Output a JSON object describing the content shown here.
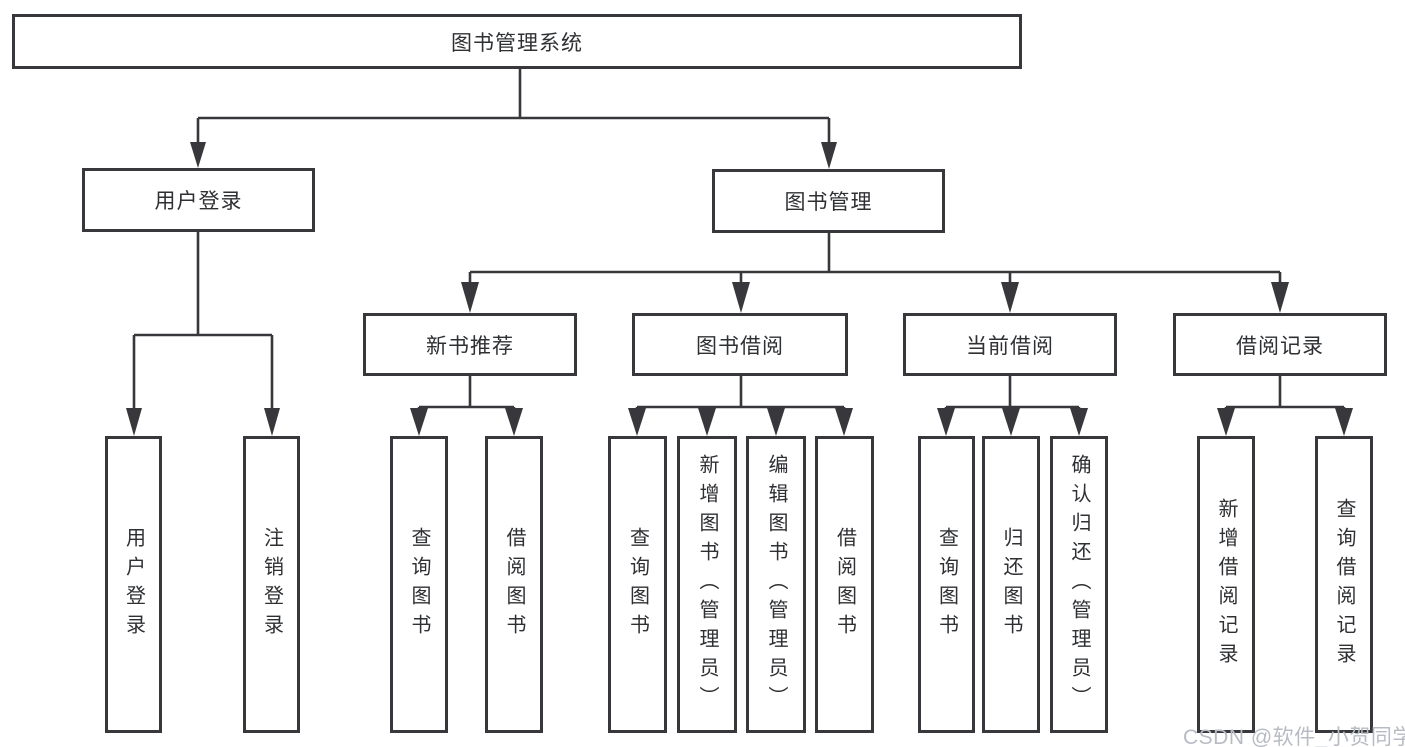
{
  "diagram": {
    "root": "图书管理系统",
    "user_login": {
      "label": "用户登录",
      "leaves": [
        "用户登录",
        "注销登录"
      ]
    },
    "book_mgmt": {
      "label": "图书管理",
      "sections": {
        "new_book": {
          "label": "新书推荐",
          "leaves": [
            "查询图书",
            "借阅图书"
          ]
        },
        "borrow": {
          "label": "图书借阅",
          "leaves": [
            "查询图书",
            "新增图书（管理员）",
            "编辑图书（管理员）",
            "借阅图书"
          ]
        },
        "current": {
          "label": "当前借阅",
          "leaves": [
            "查询图书",
            "归还图书",
            "确认归还（管理员）"
          ]
        },
        "record": {
          "label": "借阅记录",
          "leaves": [
            "新增借阅记录",
            "查询借阅记录"
          ]
        }
      }
    }
  },
  "watermark": "CSDN @软件_小贺同学",
  "colors": {
    "line": "#38383c",
    "box_border": "#38383c",
    "text": "#2f3033",
    "watermark_text": "#b7bcc4",
    "background": "#ffffff"
  }
}
